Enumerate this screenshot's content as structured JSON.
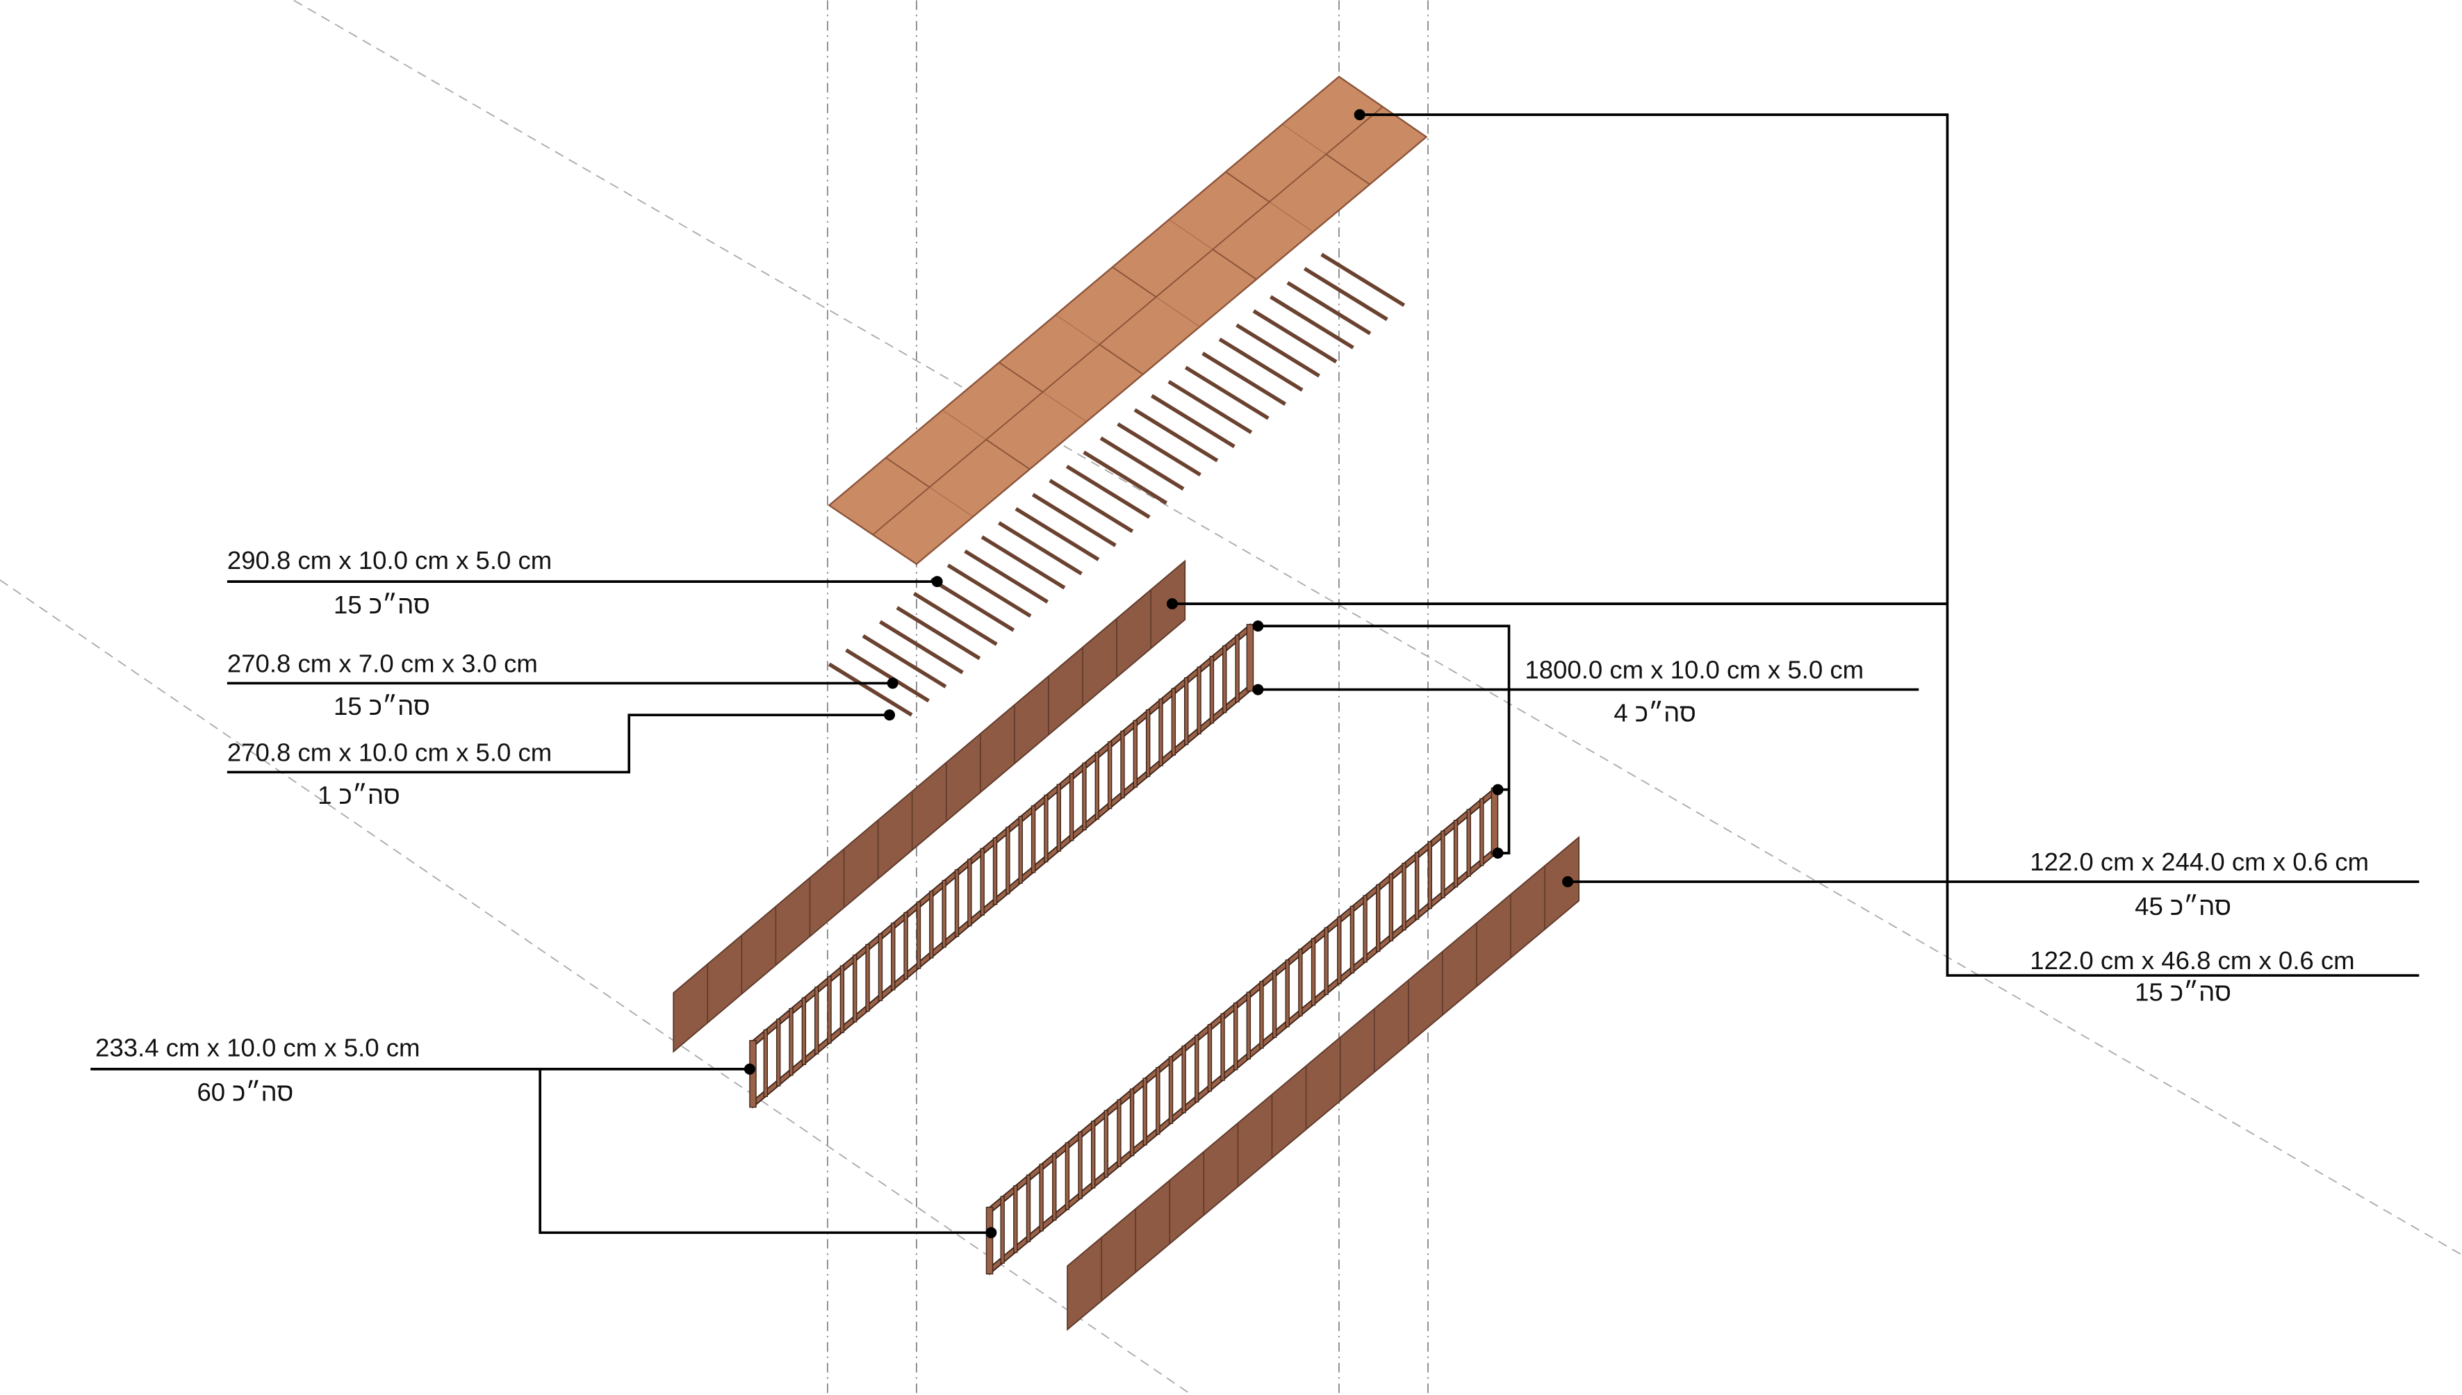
{
  "colors": {
    "deck": "#c98a64",
    "deck_edge": "#8a5238",
    "wall": "#8e5a43",
    "wall_seam": "#5e3829",
    "rail": "#9a6249",
    "rail_edge": "#3d2418",
    "joist": "#6b4230"
  },
  "labels": [
    {
      "dims": "290.8 cm x 10.0 cm x 5.0 cm",
      "total": "סה״כ 15"
    },
    {
      "dims": "270.8 cm x 7.0 cm x 3.0 cm",
      "total": "סה״כ 15"
    },
    {
      "dims": "270.8 cm x 10.0 cm x 5.0 cm",
      "total": "סה״כ 1"
    },
    {
      "dims": "1800.0 cm x 10.0 cm x 5.0 cm",
      "total": "סה״כ 4"
    },
    {
      "dims": "122.0 cm x 244.0 cm x 0.6 cm",
      "total": "סה״כ 45"
    },
    {
      "dims": "122.0 cm x 46.8 cm x 0.6 cm",
      "total": "סה״כ 15"
    },
    {
      "dims": "233.4 cm x 10.0 cm x 5.0 cm",
      "total": "סה״כ 60"
    }
  ]
}
